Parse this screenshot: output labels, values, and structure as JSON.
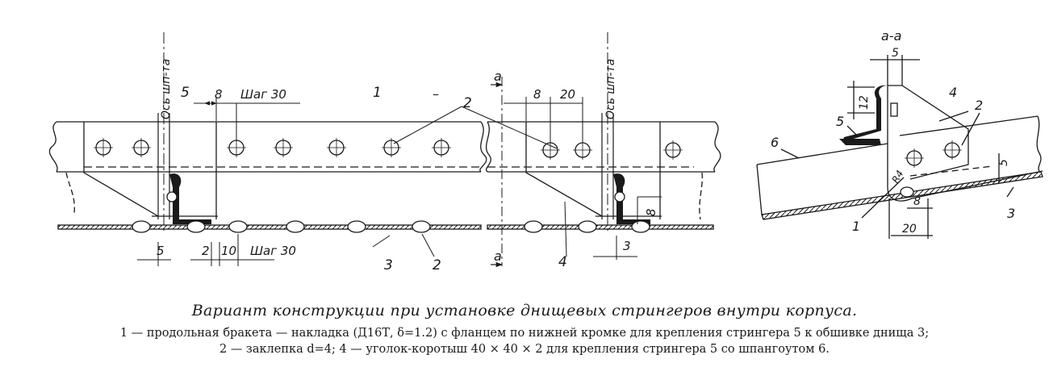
{
  "drawing": {
    "main_view": {
      "frame_axis_label_1": "Ось шп-та",
      "frame_axis_label_2": "Ось шп-та",
      "section_mark_top": "a",
      "section_mark_bottom": "a",
      "callouts": {
        "c1": "1",
        "c2_top": "2",
        "c2_bottom": "2",
        "c3": "3",
        "c4": "4",
        "c5": "5",
        "dash": "–"
      },
      "dimensions": {
        "dim_8_left": "8",
        "pitch_30_top": "Шаг 30",
        "dim_8_right": "8",
        "dim_20": "20",
        "dim_5": "5",
        "dim_2": "2",
        "dim_10": "10",
        "pitch_30_bottom": "Шаг 30",
        "dim_3": "3",
        "dim_8_vertical": "8"
      }
    },
    "section_view": {
      "title": "а-а",
      "callouts": {
        "c1": "1",
        "c2": "2",
        "c3": "3",
        "c4": "4",
        "c5": "5",
        "c6": "6"
      },
      "dimensions": {
        "dim_5_top": "5",
        "dim_12": "12",
        "dim_5_right": "5",
        "dim_8": "8",
        "dim_20": "20",
        "radius": "R4"
      }
    }
  },
  "caption": {
    "title": "Вариант конструкции при установке днищевых стрингеров внутри корпуса.",
    "legend_line_1": "1 — продольная бракета — накладка (Д16Т, δ=1.2) с фланцем по нижней кромке для крепления стрингера 5 к обшивке днища 3;",
    "legend_line_2": "2 — заклепка d=4; 4 — уголок-коротыш 40 × 40 × 2 для крепления стрингера 5 со шпангоутом 6."
  }
}
